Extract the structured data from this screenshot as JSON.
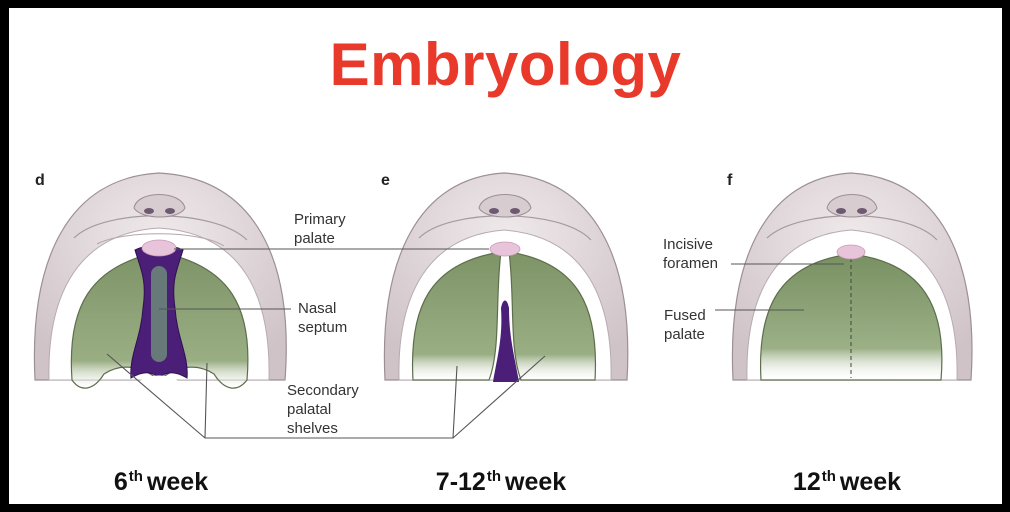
{
  "title": "Embryology",
  "panels": [
    {
      "letter": "d",
      "caption": {
        "num": "6",
        "sup": "th",
        "word": "week"
      }
    },
    {
      "letter": "e",
      "caption": {
        "num": "7-12",
        "sup": "th",
        "word": "week"
      }
    },
    {
      "letter": "f",
      "caption": {
        "num": "12",
        "sup": "th",
        "word": "week"
      }
    }
  ],
  "labels": {
    "primary_palate": [
      "Primary",
      "palate"
    ],
    "nasal_septum": [
      "Nasal",
      "septum"
    ],
    "secondary_palatal_shelves": [
      "Secondary",
      "palatal",
      "shelves"
    ],
    "incisive_foramen": [
      "Incisive",
      "foramen"
    ],
    "fused_palate": [
      "Fused",
      "palate"
    ]
  },
  "colors": {
    "title": "#e8392b",
    "palate_green": "#8ea277",
    "nasal_septum_purple": "#4b1f78",
    "primary_palate_pink": "#e8c4da",
    "face_skin": "#e8e1e3"
  }
}
